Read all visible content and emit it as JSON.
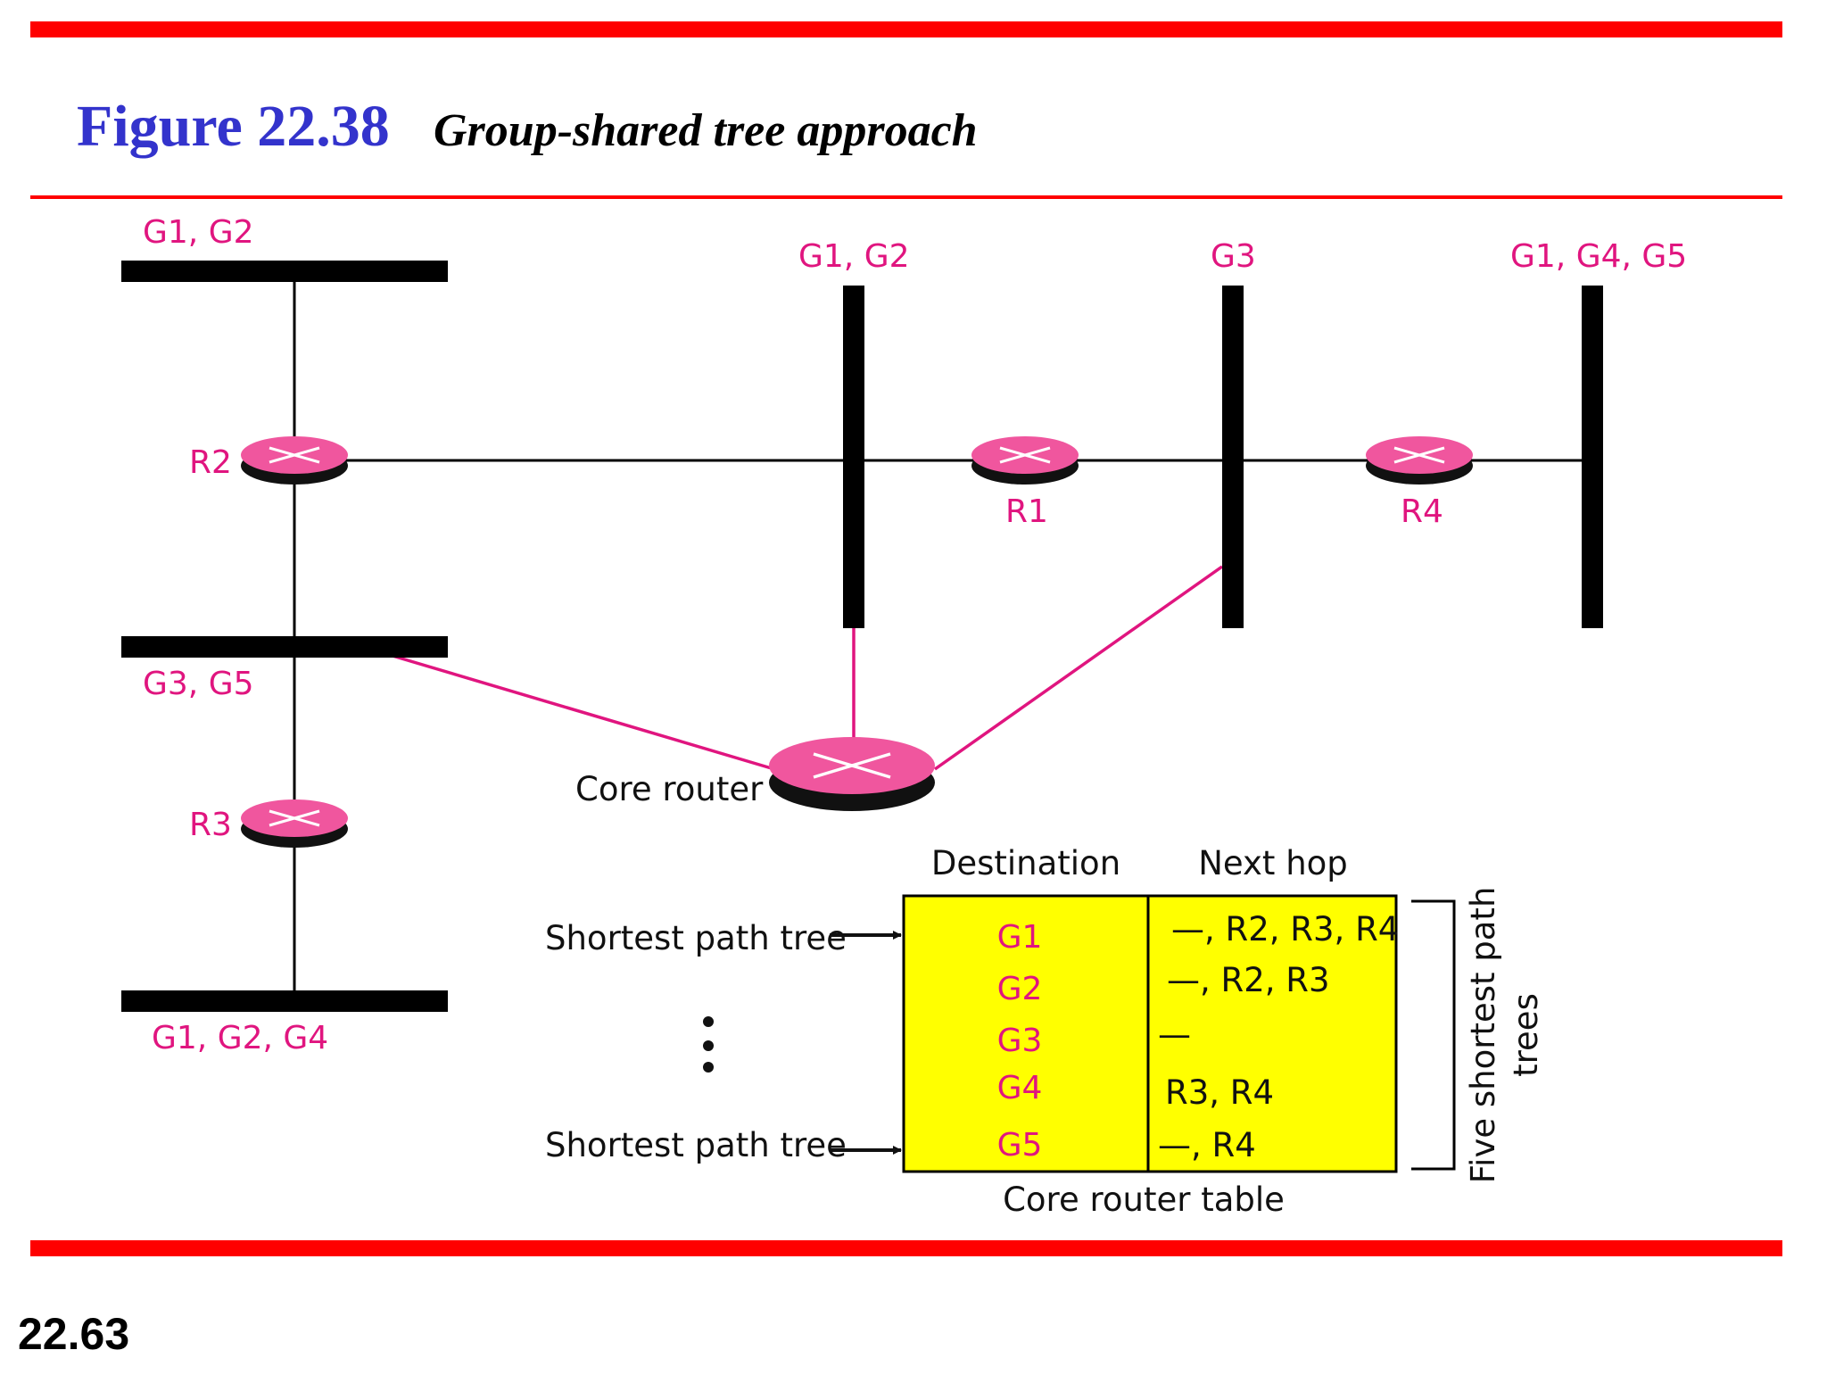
{
  "title": {
    "number": "Figure 22.38",
    "caption": "Group-shared tree approach"
  },
  "slide_number": "22.63",
  "networks": {
    "top_left": "G1, G2",
    "mid_left": "G3, G5",
    "bottom_left": "G1, G2, G4",
    "vertical_1": "G1, G2",
    "vertical_2": "G3",
    "vertical_3": "G1, G4, G5"
  },
  "routers": {
    "r1": "R1",
    "r2": "R2",
    "r3": "R3",
    "r4": "R4",
    "core": "Core router"
  },
  "table": {
    "header_destination": "Destination",
    "header_next_hop": "Next hop",
    "rows": [
      {
        "destination": "G1",
        "next_hop": "—, R2, R3, R4"
      },
      {
        "destination": "G2",
        "next_hop": "—, R2, R3"
      },
      {
        "destination": "G3",
        "next_hop": "—"
      },
      {
        "destination": "G4",
        "next_hop": "R3, R4"
      },
      {
        "destination": "G5",
        "next_hop": "—, R4"
      }
    ],
    "caption": "Core router table",
    "arrow_top": "Shortest path tree",
    "arrow_bottom": "Shortest path tree",
    "bracket_line1": "Five shortest path",
    "bracket_line2": "trees"
  },
  "colors": {
    "accent_red": "#ff0000",
    "title_blue": "#3333cc",
    "label_magenta": "#e0157f",
    "router_fill": "#f0569e",
    "table_fill": "#ffff00"
  }
}
